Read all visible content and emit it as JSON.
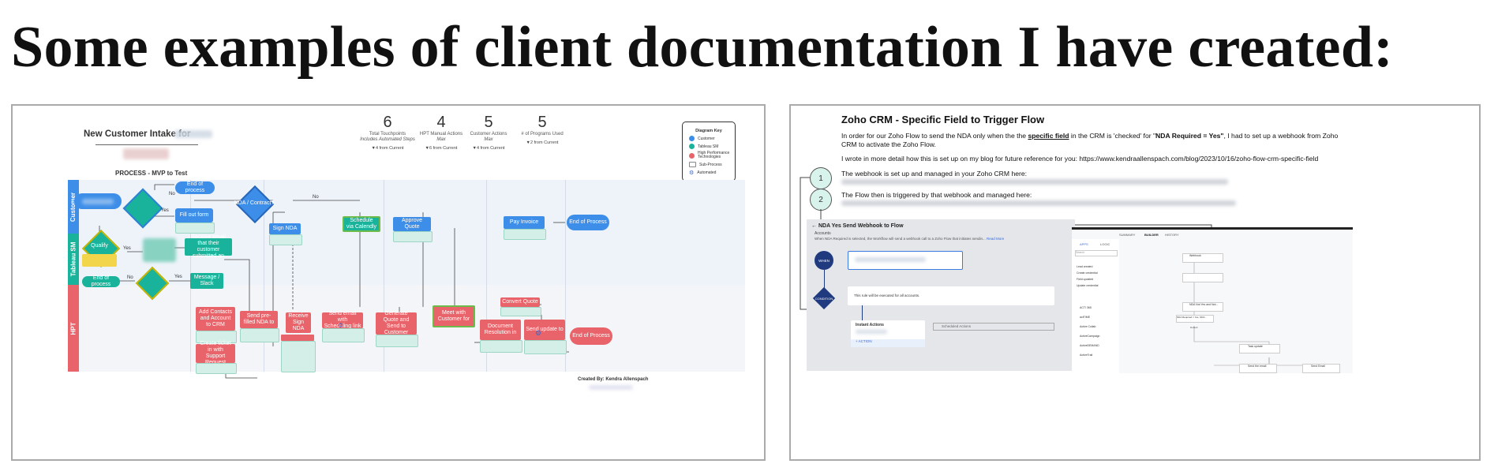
{
  "page_title": "Some examples of client documentation I have created:",
  "flowchart": {
    "title": "New Customer Intake for",
    "subtitle": "PROCESS - MVP to Test",
    "credit": "Created By: Kendra Allenspach",
    "stats": [
      {
        "value": "6",
        "desc1": "Total Touchpoints",
        "desc2": "Includes Automated Steps",
        "change": "▼4 from Current"
      },
      {
        "value": "4",
        "desc1": "HPT Manual Actions",
        "desc2": "Max",
        "change": "▼6 from Current"
      },
      {
        "value": "5",
        "desc1": "Customer Actions",
        "desc2": "Max",
        "change": "▼4 from Current"
      },
      {
        "value": "5",
        "desc1": "# of Programs Used",
        "desc2": "",
        "change": "▼2 from Current"
      }
    ],
    "key": {
      "title": "Diagram Key",
      "items": [
        "Customer",
        "Tableau SM",
        "High Performance Technologies",
        "Sub-Process",
        "Automated"
      ]
    },
    "lanes": [
      "Customer",
      "Tableau SM",
      "HPT"
    ],
    "nodes": {
      "end1": "End of process",
      "fill_out": "Fill out form",
      "nda": "NDA / Contract?",
      "sign_nda": "Sign NDA",
      "schedule": "Schedule via Calendly",
      "approve": "Approve Quote",
      "pay": "Pay Invoice",
      "end_cust": "End of Process",
      "qualify": "Qualify",
      "receive_email": "Receive email that their customer submitted an",
      "message": "Message / Slack",
      "end2": "End of process",
      "add_contacts": "Add Contacts and Account to CRM",
      "send_prefilled": "Send pre-filled NDA to",
      "receive_nda": "Receive Sign NDA",
      "send_email": "Send email with Scheduling link",
      "generate_quote": "Generate Quote and Send to Customer",
      "meet": "Meet with Customer for",
      "convert": "Convert Quote",
      "document": "Document Resolution in",
      "send_update": "Send update to",
      "end_hpt": "End of Process",
      "create_ticket": "Create ticket in with Support Request"
    },
    "labels": {
      "no": "No",
      "yes": "Yes"
    }
  },
  "doc": {
    "title": "Zoho CRM - Specific Field to Trigger Flow",
    "para1_a": "In order for our Zoho Flow to send the NDA only when the the ",
    "para1_field": "specific field",
    "para1_b": " in the CRM is 'checked' for \"",
    "para1_bold": "NDA Required = Yes\"",
    "para1_c": ", I had to set up a webhook from Zoho",
    "para1_line2": "CRM to activate the Zoho Flow.",
    "para2": "I wrote in more detail how this is set up on my blog for future reference for  you: https://www.kendraallenspach.com/blog/2023/10/16/zoho-flow-crm-specific-field",
    "step1": "The webhook is set up and managed in your Zoho CRM here:",
    "step2": "The Flow then is triggered by that webhook and managed here:",
    "circle1": "1",
    "circle2": "2"
  },
  "crm_screen": {
    "title": "NDA Yes Send Webhook to Flow",
    "module": "Accounts",
    "desc": "When NDA Required is selected, the Workflow will send a webhook call to a Zoho Flow that initiates sendin...",
    "read_more": "Read More",
    "when": "WHEN",
    "condition": "CONDITION",
    "condition_text": "This rule will be executed for all accounts.",
    "instant_actions": "Instant Actions",
    "scheduled_actions": "Scheduled Actions",
    "action": "+ ACTION"
  },
  "flow_screen": {
    "tabs": [
      "SUMMARY",
      "BUILDER",
      "HISTORY"
    ],
    "sub_tabs": [
      "APPS",
      "LOGIC"
    ],
    "search": "Search",
    "triggers": [
      "Lead created",
      "Create credential",
      "Field updated",
      "Update credential"
    ],
    "apps": [
      "ACT! 365",
      "actTIME",
      "Active Collab",
      "ActiveCampaign",
      "ActiveDEMAND",
      "ActiveTrail"
    ],
    "nodes": [
      "Webhook",
      "NDA Not Yes and Not...",
      "Task update",
      "Send the email",
      "Send Email"
    ],
    "decision": "NDA Required = Yes, NDA...",
    "default": "Default"
  }
}
